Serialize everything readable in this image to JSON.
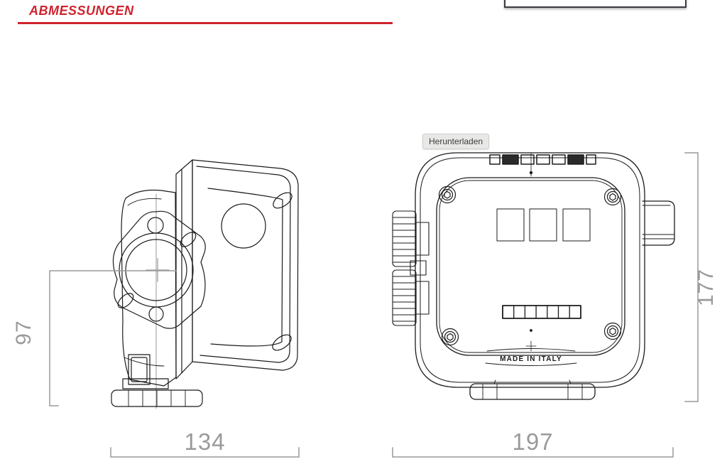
{
  "header": {
    "title": "ABMESSUNGEN"
  },
  "browser": {
    "tooltip": "Herunterladen"
  },
  "drawing": {
    "side_view": {
      "width_mm": "134",
      "height_mm": "97"
    },
    "front_view": {
      "width_mm": "197",
      "height_mm": "177",
      "made_in_label": "MADE IN ITALY"
    }
  },
  "colors": {
    "accent_red": "#d0232e",
    "dimension_gray": "#9a9a9a",
    "line_black": "#1b1b1b",
    "tooltip_bg": "#e8e8e6"
  }
}
